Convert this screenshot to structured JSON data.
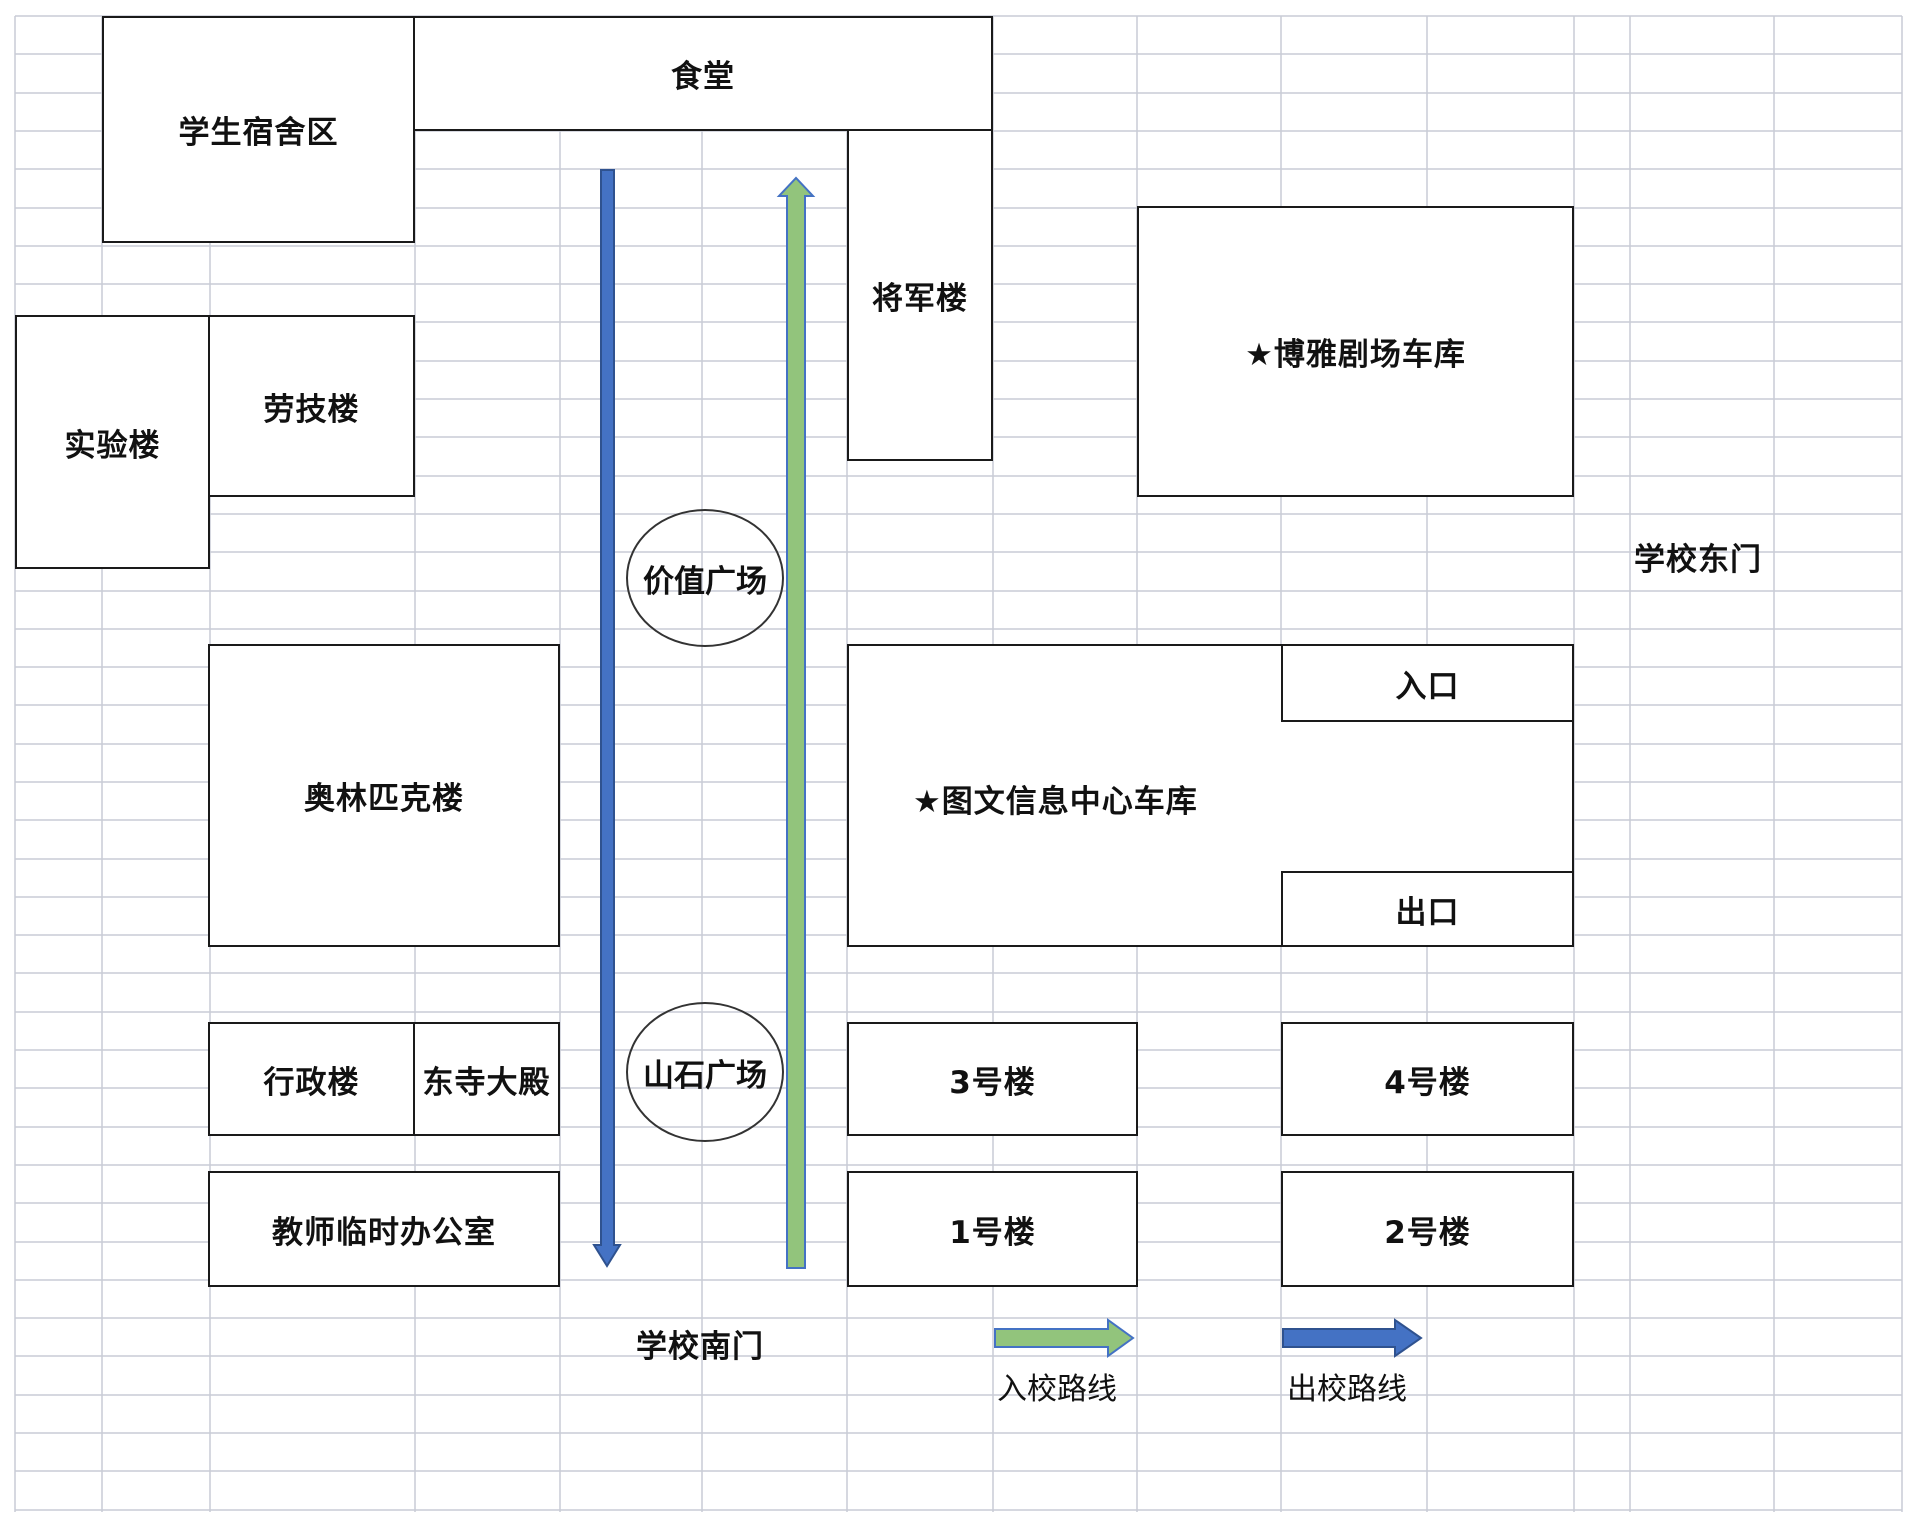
{
  "map": {
    "buildings": {
      "dormitory": "学生宿舍区",
      "canteen": "食堂",
      "general_building": "将军楼",
      "lab_building": "实验楼",
      "labor_building": "劳技楼",
      "boya_garage": "★博雅剧场车库",
      "olympic_building": "奥林匹克楼",
      "library_garage": "★图文信息中心车库",
      "garage_entrance": "入口",
      "garage_exit": "出口",
      "admin_building": "行政楼",
      "dongsi_hall": "东寺大殿",
      "building_3": "3号楼",
      "building_4": "4号楼",
      "teacher_office": "教师临时办公室",
      "building_1": "1号楼",
      "building_2": "2号楼"
    },
    "plazas": {
      "value_plaza": "价值广场",
      "shanshi_plaza": "山石广场"
    },
    "gates": {
      "east_gate": "学校东门",
      "south_gate": "学校南门"
    },
    "legend": {
      "entry_route": "入校路线",
      "exit_route": "出校路线"
    },
    "colors": {
      "entry_route": "#92c47c",
      "exit_route": "#4472c4",
      "grid": "#c9ccd6",
      "outline": "#1a1a1a"
    }
  }
}
